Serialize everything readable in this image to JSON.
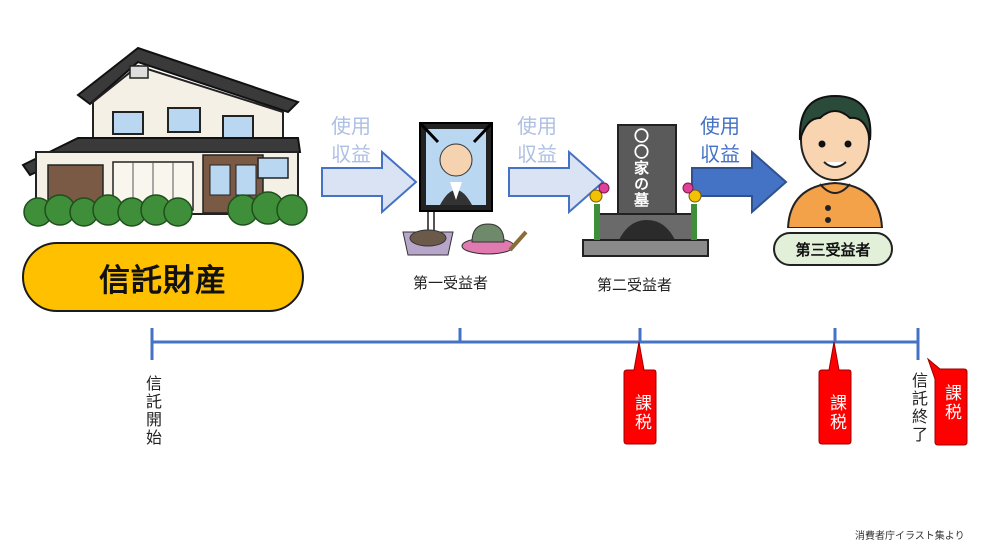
{
  "trust_property": "信託財産",
  "arrows": [
    {
      "line1": "使用",
      "line2": "収益",
      "color": "#aebfe3"
    },
    {
      "line1": "使用",
      "line2": "収益",
      "color": "#aebfe3"
    },
    {
      "line1": "使用",
      "line2": "収益",
      "color": "#4472c4"
    }
  ],
  "beneficiary1": "第一受益者",
  "beneficiary2": "第二受益者",
  "beneficiary3": "第三受益者",
  "grave_text": "〇〇家の墓",
  "timeline": {
    "start": "信託開始",
    "end": "信託終了",
    "tax_tags": [
      "課税",
      "課税",
      "課税"
    ]
  },
  "credit": "消費者庁イラスト集より",
  "colors": {
    "timeline": "#4472c4",
    "tax_tag": "#ff0000",
    "trust_box": "#ffc000"
  }
}
